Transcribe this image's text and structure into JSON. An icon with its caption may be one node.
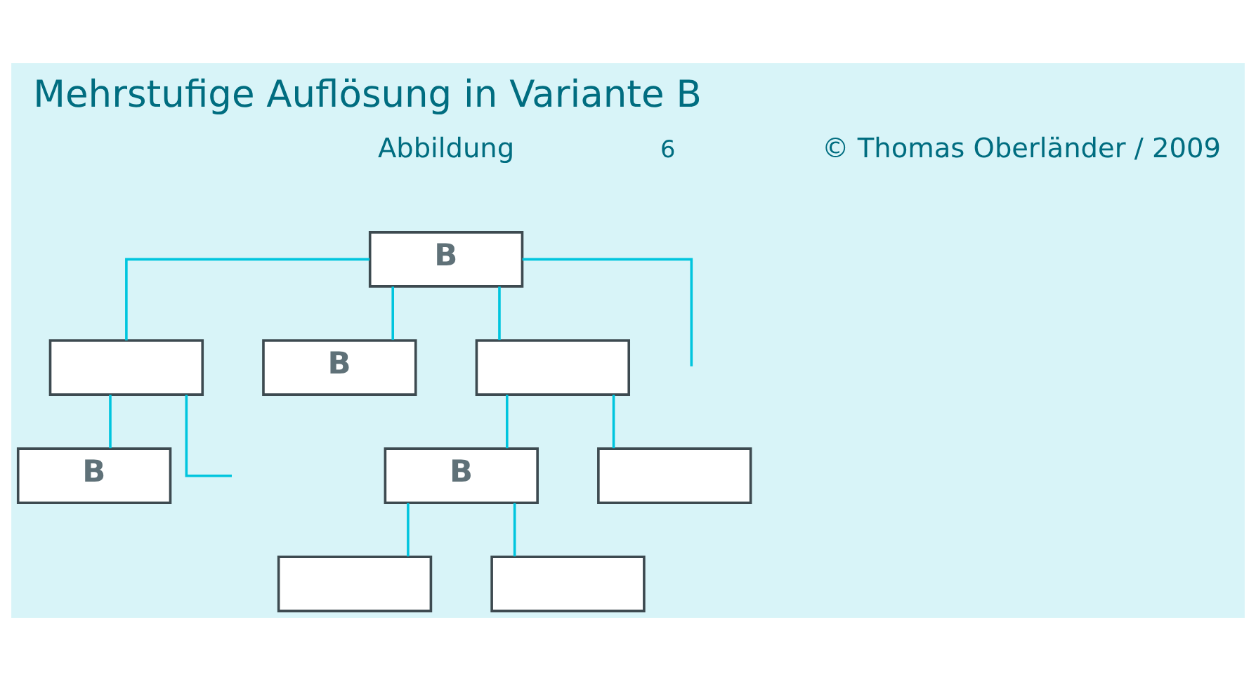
{
  "diagram": {
    "title": "Mehrstufige Auflösung in Variante B",
    "nodes": [
      {
        "text": [
          "B"
        ]
      },
      {
        "text": [],
        "shape": "box"
      },
      {
        "text": [
          "B"
        ]
      },
      {
        "text": [],
        "shape": "box"
      },
      {
        "text": [
          "B"
        ]
      },
      {
        "text": [
          "B"
        ]
      },
      {
        "text": [],
        "shape": "box"
      },
      {
        "text": [],
        "shape": "box"
      },
      {
        "text": [],
        "shape": "box"
      }
    ],
    "edges": [
      {
        "from": 0,
        "to": 1,
        "arrow": "none"
      },
      {
        "from": 0,
        "to": null,
        "arrow": "none"
      },
      {
        "from": 0,
        "to": 2,
        "arrow": "none"
      },
      {
        "from": 0,
        "to": 3,
        "arrow": "none"
      },
      {
        "from": 1,
        "to": null,
        "arrow": "none"
      },
      {
        "from": 1,
        "to": 4,
        "arrow": "none"
      },
      {
        "from": 3,
        "to": 5,
        "arrow": "none"
      },
      {
        "from": 3,
        "to": 6,
        "arrow": "none"
      },
      {
        "from": 5,
        "to": 7,
        "arrow": "none"
      },
      {
        "from": 5,
        "to": 8,
        "arrow": "none"
      }
    ],
    "labels": [
      "Abbildung",
      "6",
      "© Thomas Oberländer / 2009"
    ]
  }
}
